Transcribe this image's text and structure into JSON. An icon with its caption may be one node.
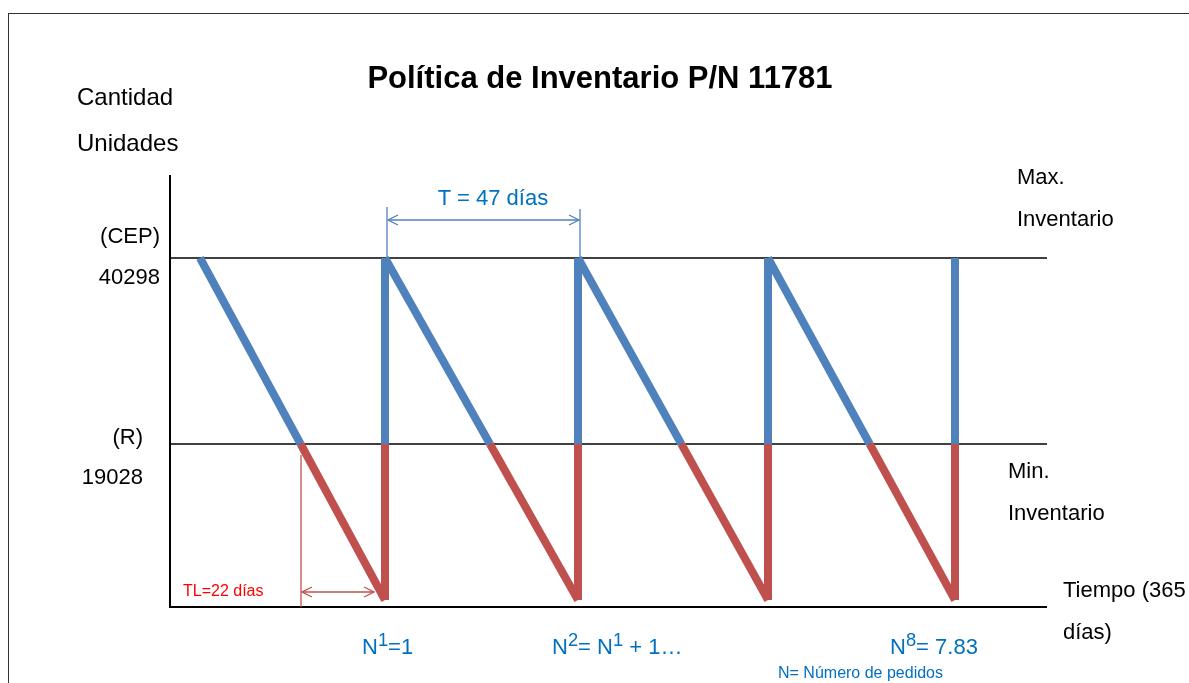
{
  "diagram": {
    "title": "Política de Inventario P/N 11781",
    "labels": [
      "Cantidad Unidades",
      "T = 47 días",
      "Max. Inventario",
      "(CEP)",
      "40298",
      "(R)",
      "19028",
      "Min. Inventario",
      "TL=22 días",
      "Tiempo (365 días)",
      "N$^{1}$=1",
      "N$^{2}$= N$^{1}$ + 1…",
      "N$^{8}$= 7.83",
      "N= Número de pedidos"
    ]
  }
}
